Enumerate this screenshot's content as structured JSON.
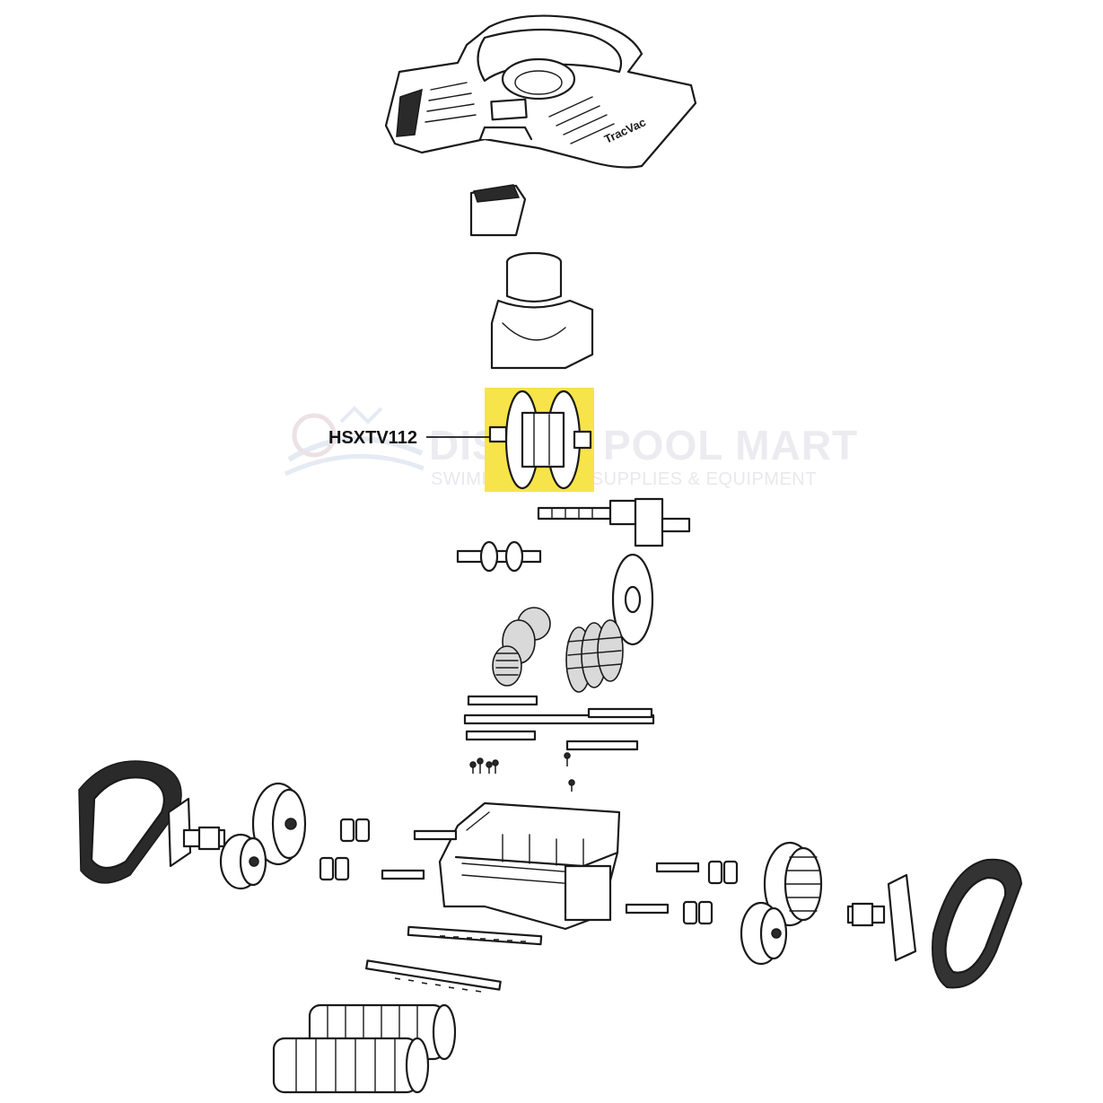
{
  "diagram": {
    "callout_label": "HSXTV112",
    "highlight_color": "#f7e44a",
    "cover_brand_text": "TracVac",
    "watermark": {
      "line1_left": "DIS",
      "line1_right": "POOL MART",
      "line2_left": "SWIMMING",
      "line2_right": "A SUPPLIES & EQUIPMENT"
    }
  }
}
